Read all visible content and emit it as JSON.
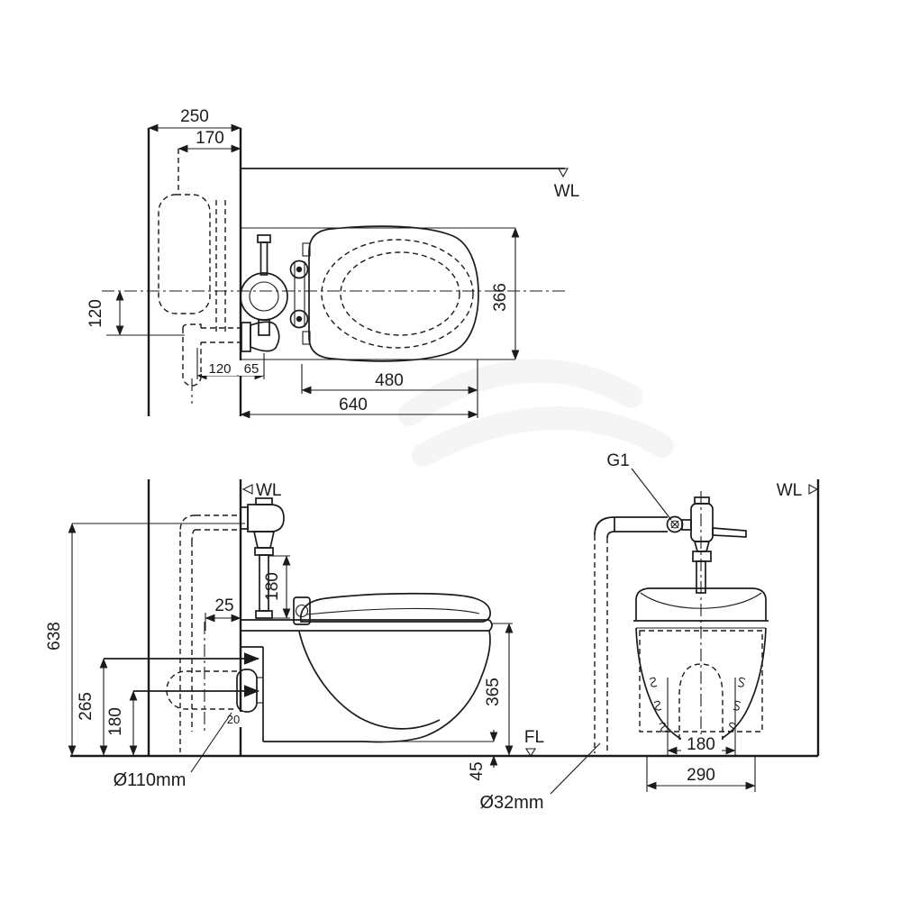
{
  "drawing": {
    "background": "#ffffff",
    "line_color": "#1b1b1b",
    "labels": {
      "wl_plan": "WL",
      "wl_side": "WL",
      "wl_front": "WL",
      "fl": "FL",
      "g1": "G1",
      "drain_pipe": "Ø110mm",
      "supply_pipe": "Ø32mm"
    },
    "plan_view": {
      "dims": {
        "wall_depth": "250",
        "tank_offset": "170",
        "drain_offset_from_center": "120",
        "seat_width": "366",
        "seat_length": "480",
        "overall_depth": "640",
        "drain_to_wall": "120",
        "valve_to_wall": "65"
      }
    },
    "side_view": {
      "dims": {
        "valve_top_height": "638",
        "inlet_height": "265",
        "drain_center_height": "180",
        "wall_clearance": "25",
        "flush_pipe_length": "180",
        "rim_height": "365",
        "floor_clearance": "45",
        "spigot_depth": "20"
      }
    },
    "front_view": {
      "dims": {
        "bolt_spacing": "180",
        "mount_width": "290"
      }
    }
  }
}
